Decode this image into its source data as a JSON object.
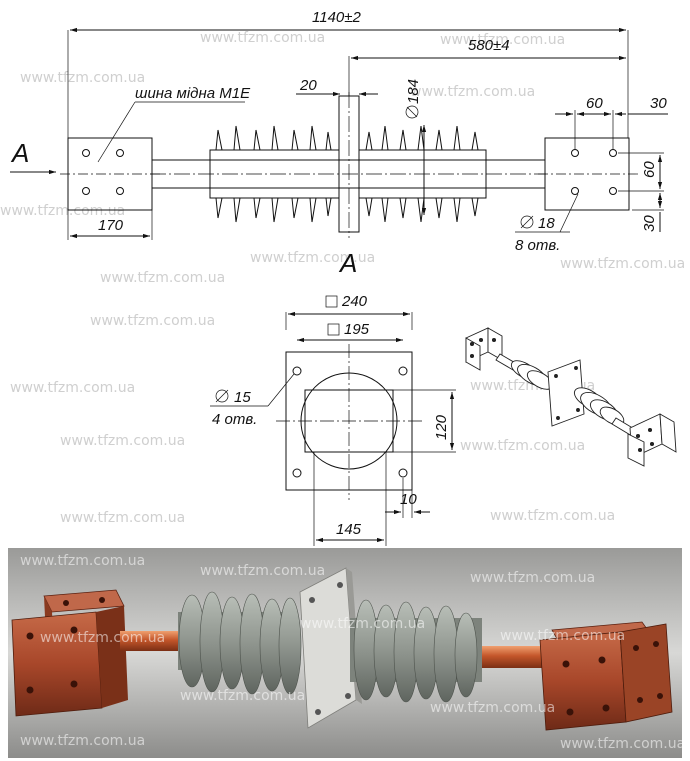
{
  "dimensions": {
    "overall_length": "1140±2",
    "flange_offset": "580±4",
    "flange_thickness": "20",
    "shed_diameter": "184",
    "hole_spacing_h": "60",
    "end_offset": "30",
    "hole_spacing_v": "60",
    "edge_offset_v": "30",
    "bracket_length": "170",
    "hole_diameter": "18",
    "hole_count": "8 отв.",
    "flange_size": "240",
    "flange_hole_spacing": "195",
    "flange_hole_diameter": "15",
    "flange_hole_count": "4 отв.",
    "flange_opening": "120",
    "flange_edge": "10",
    "flange_center_offset": "145"
  },
  "labels": {
    "bus_label": "шина мідна М1Е",
    "view_arrow": "A",
    "view_title": "A"
  },
  "watermark": "www.tfzm.com.ua",
  "colors": {
    "copper": "#a8472a",
    "porcelain": "#8f958e",
    "flange": "#d9d9d6",
    "line": "#111111"
  }
}
